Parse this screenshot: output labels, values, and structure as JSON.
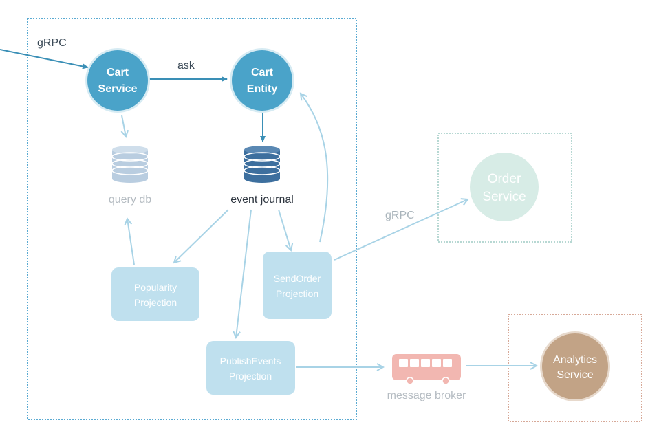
{
  "nodes": {
    "cart_service": {
      "line1": "Cart",
      "line2": "Service"
    },
    "cart_entity": {
      "line1": "Cart",
      "line2": "Entity"
    },
    "order_service": {
      "line1": "Order",
      "line2": "Service"
    },
    "analytics_service": {
      "line1": "Analytics",
      "line2": "Service"
    },
    "query_db": {
      "label": "query db"
    },
    "event_journal": {
      "label": "event journal"
    },
    "popularity_projection": {
      "line1": "Popularity",
      "line2": "Projection"
    },
    "sendorder_projection": {
      "line1": "SendOrder",
      "line2": "Projection"
    },
    "publishevents_projection": {
      "line1": "PublishEvents",
      "line2": "Projection"
    },
    "message_broker": {
      "label": "message broker"
    }
  },
  "edges": {
    "grpc_in": "gRPC",
    "ask": "ask",
    "grpc_order": "gRPC"
  },
  "colors": {
    "service_blue": "#4aa3c9",
    "service_blue_ring": "#d6ebf3",
    "arrow_dark": "#3a8fb6",
    "arrow_light": "#a8d3e6",
    "projection_fill": "#bfe0ee",
    "order_fill": "#d7ece6",
    "analytics_fill": "#c2a386",
    "bus_fill": "#f2b7b1",
    "boundary_blue": "#5aaad2",
    "boundary_green": "#b7d8d3",
    "boundary_brown": "#d7a998"
  }
}
